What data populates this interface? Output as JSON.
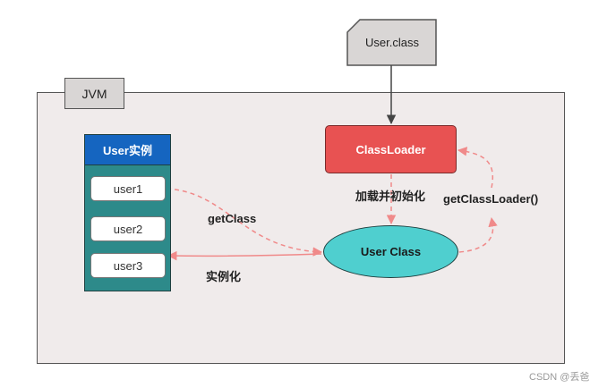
{
  "file": {
    "label": "User.class"
  },
  "jvm": {
    "label": "JVM"
  },
  "instances_panel": {
    "title": "User实例",
    "items": [
      {
        "label": "user1"
      },
      {
        "label": "user2"
      },
      {
        "label": "user3"
      }
    ]
  },
  "classloader": {
    "label": "ClassLoader"
  },
  "user_class": {
    "label": "User Class"
  },
  "edges": {
    "load_init": "加载并初始化",
    "get_class": "getClass",
    "instantiate": "实例化",
    "get_classloader": "getClassLoader()"
  },
  "watermark": "CSDN @丢爸",
  "colors": {
    "classloader_fill": "#e85252",
    "user_class_fill": "#4fcfcf",
    "panel_header": "#1565c0",
    "panel_body": "#2d8a8a",
    "dashed_arrow": "#f08a8a",
    "solid_arrow": "#444444"
  }
}
